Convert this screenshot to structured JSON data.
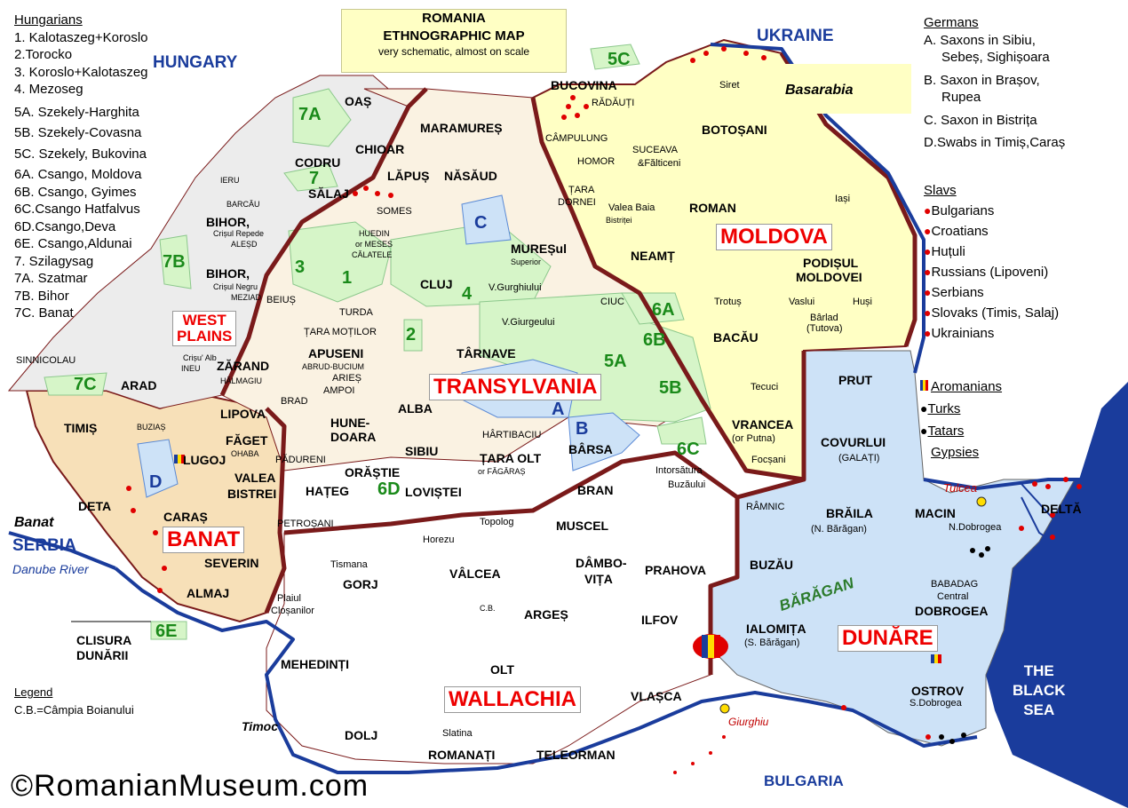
{
  "title": {
    "line1": "ROMANIA",
    "line2": "ETHNOGRAPHIC MAP",
    "line3": "very schematic, almost on scale"
  },
  "legend_left": {
    "heading": "Hungarians",
    "items": [
      "1. Kalotaszeg+Koroslo",
      "2.Torocko",
      "3. Koroslo+Kalotaszeg",
      "4. Mezoseg",
      "5A. Szekely-Harghita",
      "5B. Szekely-Covasna",
      "5C. Szekely, Bukovina",
      "6A. Csango, Moldova",
      "6B. Csango, Gyimes",
      "6C.Csango Hatfalvus",
      "6D.Csango,Deva",
      "6E. Csango,Aldunai",
      "7. Szilagysag",
      "7A. Szatmar",
      "7B. Bihor",
      "7C. Banat"
    ]
  },
  "legend_germans": {
    "heading": "Germans",
    "items": [
      "A. Saxons in Sibiu,",
      "Sebeș, Sighișoara",
      "B. Saxon in Brașov,",
      "Rupea",
      "C. Saxon in Bistrița",
      "D.Swabs in Timiș,Caraș"
    ]
  },
  "legend_slavs": {
    "heading": "Slavs",
    "items": [
      "Bulgarians",
      "Croatians",
      "Huțuli",
      "Russians (Lipoveni)",
      "Serbians",
      "Slovaks (Timis, Salaj)",
      "Ukrainians"
    ]
  },
  "legend_other": {
    "aromanians": "Aromanians",
    "turks": "Turks",
    "tatars": "Tatars",
    "gypsies": "Gypsies"
  },
  "legend_bottom": {
    "heading": "Legend",
    "cb": "C.B.=Câmpia Boianului"
  },
  "countries": {
    "hungary": "HUNGARY",
    "ukraine": "UKRAINE",
    "serbia": "SERBIA",
    "bulgaria": "BULGARIA",
    "basarabia": "Basarabia",
    "banat_out": "Banat",
    "black_sea": [
      "THE",
      "BLACK",
      "SEA"
    ]
  },
  "provinces": {
    "transylvania": "TRANSYLVANIA",
    "moldova": "MOLDOVA",
    "wallachia": "WALLACHIA",
    "dunare": "DUNĂRE",
    "banat": "BANAT",
    "west_plains": [
      "WEST",
      "PLAINS"
    ]
  },
  "rivers": {
    "danube": "Danube River"
  },
  "cities": {
    "tulcea": "Tulcea",
    "giurghiu": "Giurghiu"
  },
  "green_labels": [
    "5C",
    "7A",
    "7",
    "7B",
    "3",
    "1",
    "4",
    "2",
    "6A",
    "6B",
    "5A",
    "5B",
    "6C",
    "6D",
    "7C",
    "6E"
  ],
  "saxon_labels": [
    "C",
    "A",
    "B",
    "D"
  ],
  "regions": [
    {
      "t": "OAȘ",
      "c": "reg"
    },
    {
      "t": "CODRU",
      "c": "reg"
    },
    {
      "t": "CHIOAR",
      "c": "reg"
    },
    {
      "t": "MARAMUREȘ",
      "c": "reg"
    },
    {
      "t": "BUCOVINA",
      "c": "reg"
    },
    {
      "t": "RĂDĂUȚI",
      "c": "sm"
    },
    {
      "t": "Siret",
      "c": "sm"
    },
    {
      "t": "BOTOȘANI",
      "c": "reg"
    },
    {
      "t": "CÂMPULUNG",
      "c": "sm"
    },
    {
      "t": "SUCEAVA",
      "c": "sm"
    },
    {
      "t": "HOMOR",
      "c": "sm"
    },
    {
      "t": "&Fălticeni",
      "c": "sm"
    },
    {
      "t": "LĂPUȘ",
      "c": "reg"
    },
    {
      "t": "NĂSĂUD",
      "c": "reg"
    },
    {
      "t": "IERU",
      "c": "xs"
    },
    {
      "t": "BARCĂU",
      "c": "xs"
    },
    {
      "t": "SĂLAJ",
      "c": "reg"
    },
    {
      "t": "SOMES",
      "c": "sm"
    },
    {
      "t": "ȚARA",
      "c": "sm"
    },
    {
      "t": "DORNEI",
      "c": "sm"
    },
    {
      "t": "Valea Baia",
      "c": "sm"
    },
    {
      "t": "Bistriței",
      "c": "xs"
    },
    {
      "t": "ROMAN",
      "c": "reg"
    },
    {
      "t": "Iași",
      "c": "sm"
    },
    {
      "t": "BIHOR,",
      "c": "reg"
    },
    {
      "t": "Crișul Repede",
      "c": "xs"
    },
    {
      "t": "ALEȘD",
      "c": "xs"
    },
    {
      "t": "HUEDIN",
      "c": "xs"
    },
    {
      "t": "or MESES",
      "c": "xs"
    },
    {
      "t": "CĂLATELE",
      "c": "xs"
    },
    {
      "t": "MUREȘul",
      "c": "reg"
    },
    {
      "t": "Superior",
      "c": "xs"
    },
    {
      "t": "NEAMȚ",
      "c": "reg"
    },
    {
      "t": "PODIȘUL",
      "c": "reg"
    },
    {
      "t": "MOLDOVEI",
      "c": "reg"
    },
    {
      "t": "BIHOR,",
      "c": "reg"
    },
    {
      "t": "Crișul Negru",
      "c": "xs"
    },
    {
      "t": "MEZIAD",
      "c": "xs"
    },
    {
      "t": "CLUJ",
      "c": "reg"
    },
    {
      "t": "V.Gurghiului",
      "c": "sm"
    },
    {
      "t": "BEIUȘ",
      "c": "sm"
    },
    {
      "t": "TURDA",
      "c": "sm"
    },
    {
      "t": "ȚARA MOȚILOR",
      "c": "sm"
    },
    {
      "t": "CIUC",
      "c": "sm"
    },
    {
      "t": "Trotuș",
      "c": "sm"
    },
    {
      "t": "Vaslui",
      "c": "sm"
    },
    {
      "t": "Huși",
      "c": "sm"
    },
    {
      "t": "Bârlad",
      "c": "sm"
    },
    {
      "t": "(Tutova)",
      "c": "sm"
    },
    {
      "t": "V.Giurgeului",
      "c": "sm"
    },
    {
      "t": "BACĂU",
      "c": "reg"
    },
    {
      "t": "APUSENI",
      "c": "reg"
    },
    {
      "t": "ABRUD-BUCIUM",
      "c": "xs"
    },
    {
      "t": "ARIEȘ",
      "c": "sm"
    },
    {
      "t": "AMPOI",
      "c": "sm"
    },
    {
      "t": "TÂRNAVE",
      "c": "reg"
    },
    {
      "t": "SINNICOLAU",
      "c": "sm"
    },
    {
      "t": "Crișu' Alb",
      "c": "xs"
    },
    {
      "t": "INEU",
      "c": "xs"
    },
    {
      "t": "ZĂRAND",
      "c": "reg"
    },
    {
      "t": "HĂLMAGIU",
      "c": "xs"
    },
    {
      "t": "ARAD",
      "c": "reg"
    },
    {
      "t": "BRAD",
      "c": "sm"
    },
    {
      "t": "Tecuci",
      "c": "sm"
    },
    {
      "t": "PRUT",
      "c": "reg"
    },
    {
      "t": "TIMIȘ",
      "c": "reg"
    },
    {
      "t": "BUZIAȘ",
      "c": "xs"
    },
    {
      "t": "LIPOVA",
      "c": "reg"
    },
    {
      "t": "ALBA",
      "c": "reg"
    },
    {
      "t": "HUNE-",
      "c": "reg"
    },
    {
      "t": "DOARA",
      "c": "reg"
    },
    {
      "t": "HÂRTIBACIU",
      "c": "sm"
    },
    {
      "t": "VRANCEA",
      "c": "reg"
    },
    {
      "t": "(or Putna)",
      "c": "sm"
    },
    {
      "t": "COVURLUI",
      "c": "reg"
    },
    {
      "t": "(GALAȚI)",
      "c": "sm"
    },
    {
      "t": "LUGOJ",
      "c": "reg"
    },
    {
      "t": "FĂGET",
      "c": "reg"
    },
    {
      "t": "OHABA",
      "c": "xs"
    },
    {
      "t": "SIBIU",
      "c": "reg"
    },
    {
      "t": "BÂRSA",
      "c": "reg"
    },
    {
      "t": "ȚARA OLT",
      "c": "reg"
    },
    {
      "t": "or FĂGĂRAȘ",
      "c": "xs"
    },
    {
      "t": "Focșani",
      "c": "sm"
    },
    {
      "t": "PĂDURENI",
      "c": "sm"
    },
    {
      "t": "ORĂȘTIE",
      "c": "reg"
    },
    {
      "t": "Intorsătura",
      "c": "sm"
    },
    {
      "t": "Buzăului",
      "c": "sm"
    },
    {
      "t": "VALEA",
      "c": "reg"
    },
    {
      "t": "BISTREI",
      "c": "reg"
    },
    {
      "t": "HAȚEG",
      "c": "reg"
    },
    {
      "t": "LOVIȘTEI",
      "c": "reg"
    },
    {
      "t": "BRAN",
      "c": "reg"
    },
    {
      "t": "DETA",
      "c": "reg"
    },
    {
      "t": "CARAȘ",
      "c": "reg"
    },
    {
      "t": "PETROȘANI",
      "c": "sm"
    },
    {
      "t": "Horezu",
      "c": "sm"
    },
    {
      "t": "Topolog",
      "c": "sm"
    },
    {
      "t": "MUSCEL",
      "c": "reg"
    },
    {
      "t": "RÂMNIC",
      "c": "sm"
    },
    {
      "t": "BRĂILA",
      "c": "reg"
    },
    {
      "t": "(N. Bărăgan)",
      "c": "sm"
    },
    {
      "t": "MACIN",
      "c": "reg"
    },
    {
      "t": "N.Dobrogea",
      "c": "sm"
    },
    {
      "t": "DELTĂ",
      "c": "reg"
    },
    {
      "t": "SEVERIN",
      "c": "reg"
    },
    {
      "t": "Tismana",
      "c": "sm"
    },
    {
      "t": "GORJ",
      "c": "reg"
    },
    {
      "t": "VÂLCEA",
      "c": "reg"
    },
    {
      "t": "DÂMBO-",
      "c": "reg"
    },
    {
      "t": "VIȚA",
      "c": "reg"
    },
    {
      "t": "PRAHOVA",
      "c": "reg"
    },
    {
      "t": "BUZĂU",
      "c": "reg"
    },
    {
      "t": "ALMAJ",
      "c": "reg"
    },
    {
      "t": "BĂRĂGAN",
      "c": "reg"
    },
    {
      "t": "BABADAG",
      "c": "sm"
    },
    {
      "t": "Central",
      "c": "sm"
    },
    {
      "t": "DOBROGEA",
      "c": "reg"
    },
    {
      "t": "Plaiul",
      "c": "sm"
    },
    {
      "t": "Cloșanilor",
      "c": "sm"
    },
    {
      "t": "C.B.",
      "c": "xs"
    },
    {
      "t": "ARGEȘ",
      "c": "reg"
    },
    {
      "t": "ILFOV",
      "c": "reg"
    },
    {
      "t": "IALOMIȚA",
      "c": "reg"
    },
    {
      "t": "(S. Bărăgan)",
      "c": "sm"
    },
    {
      "t": "CLISURA",
      "c": "reg"
    },
    {
      "t": "DUNĂRII",
      "c": "reg"
    },
    {
      "t": "MEHEDINȚI",
      "c": "reg"
    },
    {
      "t": "OLT",
      "c": "reg"
    },
    {
      "t": "VLAȘCA",
      "c": "reg"
    },
    {
      "t": "OSTROV",
      "c": "reg"
    },
    {
      "t": "S.Dobrogea",
      "c": "sm"
    },
    {
      "t": "Timoc",
      "c": "reg"
    },
    {
      "t": "DOLJ",
      "c": "reg"
    },
    {
      "t": "Slatina",
      "c": "sm"
    },
    {
      "t": "ROMANAȚI",
      "c": "reg"
    },
    {
      "t": "TELEORMAN",
      "c": "reg"
    }
  ],
  "footer": "©RomanianMuseum.com"
}
